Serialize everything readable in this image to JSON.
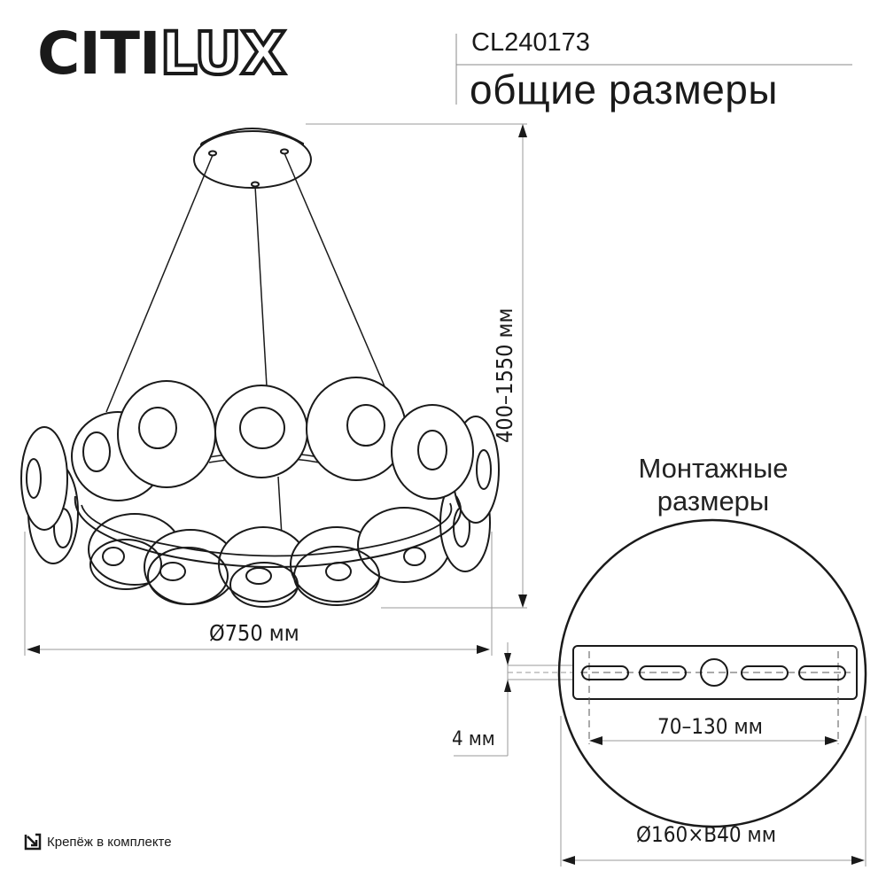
{
  "header": {
    "brand_solid": "CITI",
    "brand_outline": "LUX",
    "model": "CL240173",
    "subtitle": "общие размеры"
  },
  "main_drawing": {
    "height_dimension": "400–1550 мм",
    "diameter_dimension": "Ø750 мм"
  },
  "mounting": {
    "title_line1": "Монтажные",
    "title_line2": "размеры",
    "plate_thickness": "4 мм",
    "hole_spacing": "70–130 мм",
    "canopy_size": "Ø160×B40 мм"
  },
  "footer": {
    "icon": "mount-kit-icon",
    "text": "Крепёж в комплекте"
  },
  "colors": {
    "line": "#1a1a1a",
    "dimension_line": "#9a9a9a",
    "background": "#ffffff"
  }
}
